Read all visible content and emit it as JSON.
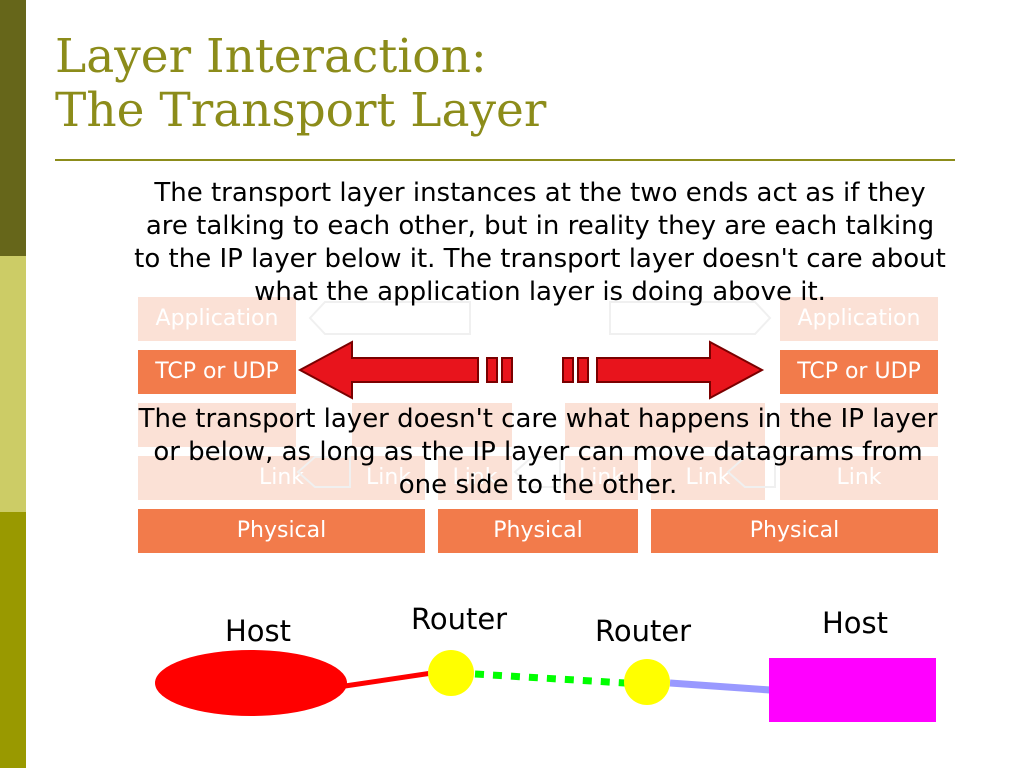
{
  "slide": {
    "title_line1": "Layer Interaction:",
    "title_line2": "The Transport Layer",
    "paragraph1": "The transport layer instances at the two ends act as if they are talking to each other, but in reality they are each talking to the IP layer below it.  The transport layer doesn't care about what the application layer is doing above it.",
    "paragraph2": "The transport layer doesn't care what happens in the IP layer or below, as long as the IP layer can move datagrams from one side to the other."
  },
  "stack": {
    "application": "Application",
    "transport": "TCP or UDP",
    "link": "Link",
    "physical": "Physical"
  },
  "network": {
    "host_left": "Host",
    "router_1": "Router",
    "router_2": "Router",
    "host_right": "Host"
  },
  "colors": {
    "sidebar_dark": "#66661a",
    "sidebar_light": "#cccc66",
    "sidebar_olive": "#999900",
    "title": "#8c8c1a",
    "layer_solid": "#f27b4b",
    "layer_faint": "#fbe1d6",
    "arrow": "#e8141c",
    "host_left": "#ff0000",
    "router": "#ffff00",
    "host_right": "#ff00ff",
    "link_green": "#00ff00",
    "link_blue": "#9999ff"
  }
}
